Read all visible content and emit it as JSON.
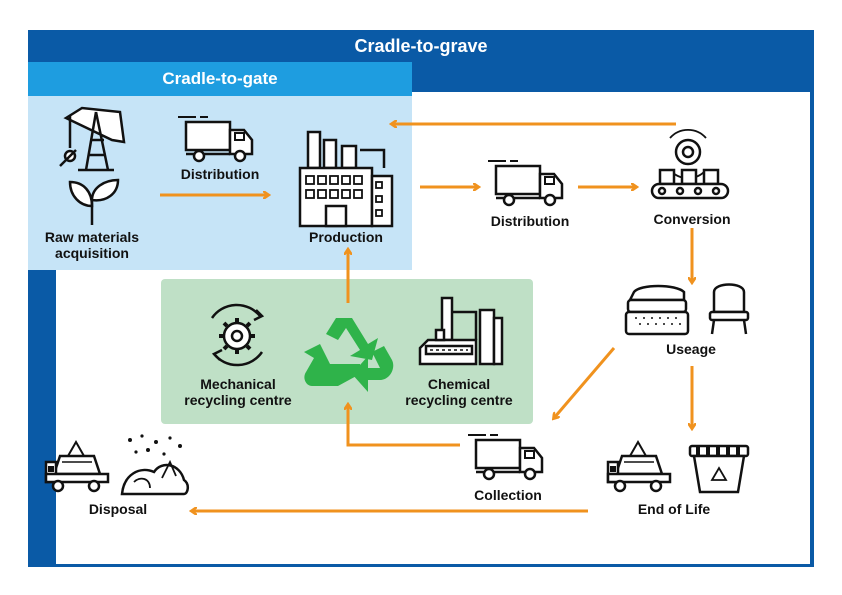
{
  "titles": {
    "outer": "Cradle-to-grave",
    "inner": "Cradle-to-gate"
  },
  "nodes": {
    "raw_materials": "Raw materials\nacquisition",
    "distribution_1": "Distribution",
    "production": "Production",
    "distribution_2": "Distribution",
    "conversion": "Conversion",
    "useage": "Useage",
    "collection": "Collection",
    "end_of_life": "End of Life",
    "disposal": "Disposal",
    "mechanical": "Mechanical\nrecycling centre",
    "chemical": "Chemical\nrecycling centre"
  },
  "icons": [
    "oil-pump-icon",
    "sprout-icon",
    "truck-icon",
    "factory-icon",
    "conveyor-icon",
    "bedding-icon",
    "chair-icon",
    "skip-truck-icon",
    "waste-bin-icon",
    "garbage-pile-icon",
    "gear-cycle-icon",
    "recycle-icon",
    "chemical-plant-icon"
  ],
  "colors": {
    "frame_blue": "#0a5aa6",
    "gate_blue": "#1e9de0",
    "gate_bg": "#c6e4f7",
    "recycle_bg": "#bfe0c6",
    "arrow_orange": "#f0921e",
    "recycle_green": "#2fb34a"
  }
}
